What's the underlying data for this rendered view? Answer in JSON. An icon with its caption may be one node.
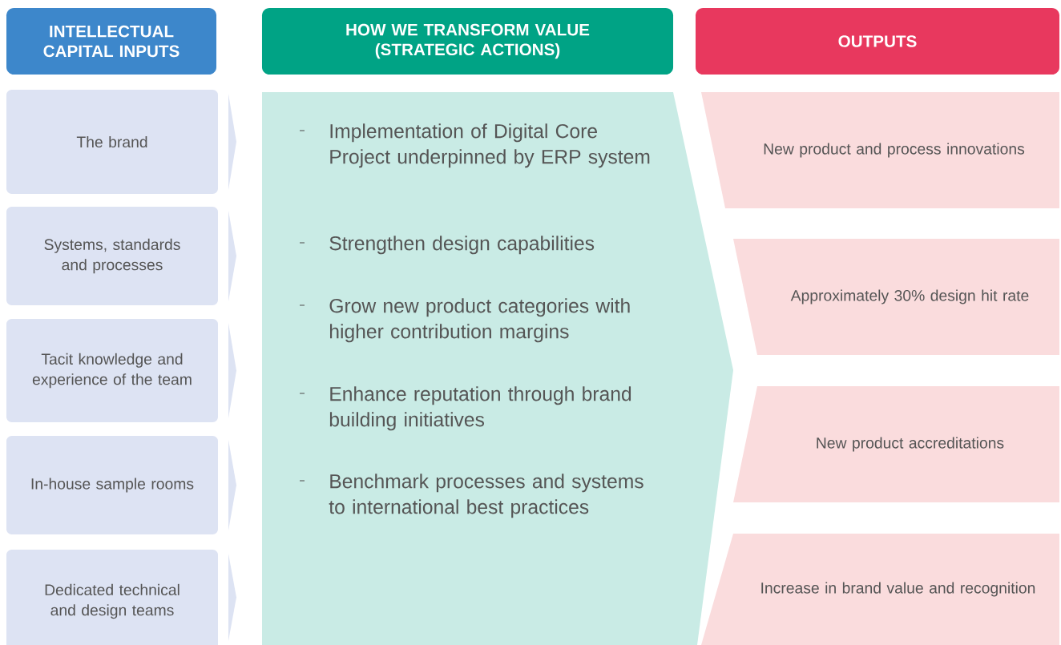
{
  "diagram": {
    "nodes": [
      {
        "text": [
          "INTELLECTUAL CAPITAL INPUTS"
        ]
      },
      {
        "text": [
          "HOW WE TRANSFORM VALUE (STRATEGIC ACTIONS)"
        ]
      },
      {
        "text": [
          "OUTPUTS"
        ]
      },
      {
        "text": [
          "The brand"
        ]
      },
      {
        "text": [
          "Systems, standards and processes"
        ]
      },
      {
        "text": [
          "Tacit knowledge and experience of the team"
        ]
      },
      {
        "text": [
          "In-house sample rooms"
        ]
      },
      {
        "text": [
          "Dedicated technical and design teams"
        ]
      },
      {
        "text": [
          "Implementation of Digital Core Project underpinned by ERP system",
          "Strengthen design capabilities",
          "Grow new product categories with higher contribution margins",
          "Enhance reputation through brand building initiatives",
          "Benchmark processes and systems to international best practices"
        ]
      },
      {
        "text": [
          "New product and process innovations"
        ]
      },
      {
        "text": [
          "Approximately 30% design hit rate"
        ]
      },
      {
        "text": [
          "New product accreditations"
        ]
      },
      {
        "text": [
          "Increase in brand value and recognition"
        ]
      }
    ]
  }
}
